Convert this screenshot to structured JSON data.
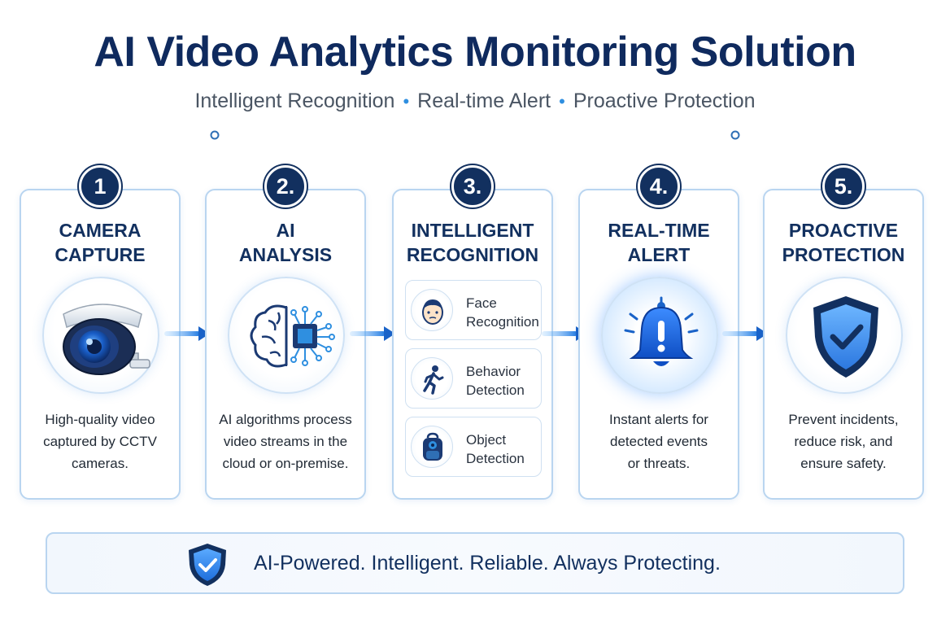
{
  "title": "AI Video Analytics Monitoring Solution",
  "subtitle": {
    "parts": [
      "Intelligent Recognition",
      "Real-time Alert",
      "Proactive Protection"
    ],
    "separator": "•"
  },
  "steps": [
    {
      "number": "1",
      "title_lines": [
        "CAMERA",
        "CAPTURE"
      ],
      "icon": "cctv-camera-icon",
      "desc_lines": [
        "High-quality video",
        "captured by CCTV",
        "cameras."
      ]
    },
    {
      "number": "2.",
      "title_lines": [
        "AI",
        "ANALYSIS"
      ],
      "icon": "ai-brain-chip-icon",
      "desc_lines": [
        "AI algorithms process",
        "video streams in the",
        "cloud or on-premise."
      ]
    },
    {
      "number": "3.",
      "title_lines": [
        "INTELLIGENT",
        "RECOGNITION"
      ],
      "items": [
        {
          "icon": "face-icon",
          "lines": [
            "Face",
            "Recognition"
          ]
        },
        {
          "icon": "running-person-icon",
          "lines": [
            "Behavior",
            "Detection"
          ]
        },
        {
          "icon": "backpack-icon",
          "lines": [
            "Object",
            "Detection"
          ]
        }
      ]
    },
    {
      "number": "4.",
      "title_lines": [
        "REAL-TIME",
        "ALERT"
      ],
      "icon": "alert-bell-icon",
      "desc_lines": [
        "Instant alerts for",
        "detected events",
        "or threats."
      ]
    },
    {
      "number": "5.",
      "title_lines": [
        "PROACTIVE",
        "PROTECTION"
      ],
      "icon": "shield-check-icon",
      "desc_lines": [
        "Prevent incidents,",
        "reduce risk, and",
        "ensure safety."
      ]
    }
  ],
  "footer": {
    "icon": "shield-check-icon",
    "text": "AI-Powered. Intelligent. Reliable. Always Protecting."
  },
  "colors": {
    "navy": "#12305f",
    "accent_blue": "#2f8fe0",
    "card_border": "#b9d5f0"
  }
}
